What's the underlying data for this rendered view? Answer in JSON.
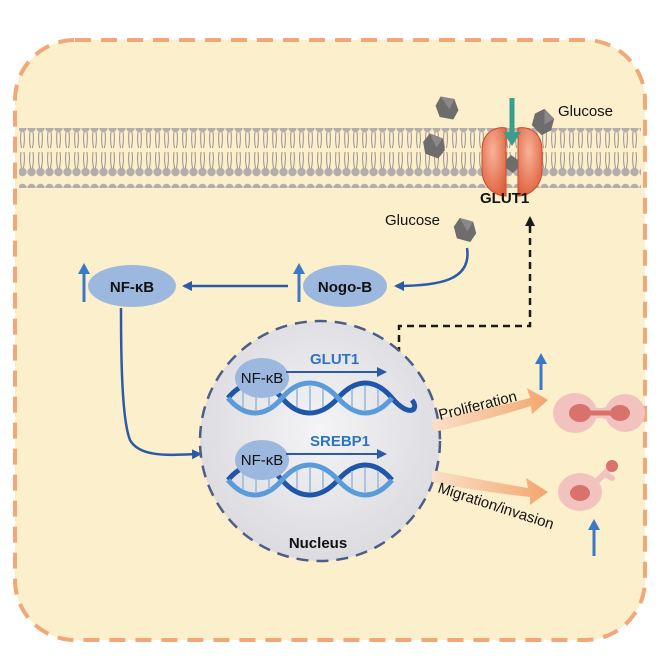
{
  "labels": {
    "glucose_top": "Glucose",
    "glucose_mid": "Glucose",
    "glut1_transporter": "GLUT1",
    "nfkb_cyto": "NF-κB",
    "nogo_b": "Nogo-B",
    "nfkb_dna1": "NF-κB",
    "gene1": "GLUT1",
    "nfkb_dna2": "NF-κB",
    "gene2": "SREBP1",
    "nucleus": "Nucleus",
    "proliferation": "Proliferation",
    "migration": "Migration/invasion"
  },
  "colors": {
    "cell_fill": "#FCEFCB",
    "cell_border": "#F0A878",
    "membrane_head": "#B4ACAA",
    "arrow_blue": "#2B5BA8",
    "up_arrow": "#3A78C9",
    "gene_text": "#2F74C0",
    "nucleus_fill": "#E4E4E8",
    "nucleus_border": "#4C5E86",
    "nfkb_fill": "#9CB8DE",
    "dna_dark": "#1F56A8",
    "dna_light": "#5A9BDA",
    "glut1_fill": "#F08763",
    "glut1_teal": "#3A9E8E",
    "glucose_fill": "#6E6C6C",
    "outcome_arrow": "#F6B689",
    "tumor_cell": "#E89A96"
  },
  "icons": [
    "glucose-icon",
    "glut1-transporter-icon",
    "dna-helix-icon",
    "tumor-cell-icon",
    "up-arrow-icon"
  ]
}
